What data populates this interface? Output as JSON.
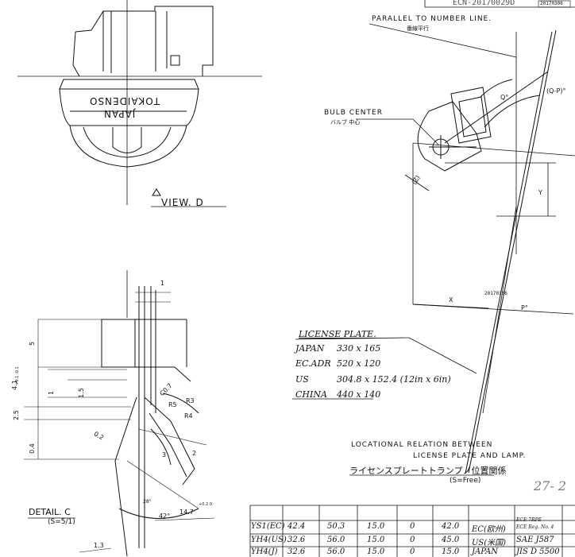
{
  "header": {
    "ecn": "ECN-20170029D",
    "stamp": "20170306"
  },
  "top_view": {
    "maker": "TOKAIDENSO",
    "origin": "JAPAN",
    "view_label": "VIEW. D"
  },
  "right_view": {
    "parallel_label": "PARALLEL TO NUMBER LINE.",
    "parallel_label_jp": "番線平行",
    "bulb_center": "BULB CENTER",
    "bulb_center_jp": "バルブ 中心",
    "angle_q": "Q°",
    "angle_qp": "(Q-P)°",
    "angle_p": "P°",
    "dim_x": "X",
    "dim_y": "Y",
    "dim_z": "(Z)",
    "stamp2": "20170306"
  },
  "license_plate": {
    "heading": "LICENSE PLATE.",
    "rows": [
      {
        "region": "JAPAN",
        "size": "330 x 165"
      },
      {
        "region": "EC.ADR",
        "size": "520 x 120"
      },
      {
        "region": "US",
        "size": "304.8 x 152.4 (12in x 6in)"
      },
      {
        "region": "CHINA",
        "size": "440 x 140"
      }
    ]
  },
  "locational": {
    "line1": "LOCATIONAL RELATION BETWEEN",
    "line2": "LICENSE PLATE AND LAMP.",
    "jp": "ライセンスプレートトランプノ位置関係",
    "scale": "(S=Free)",
    "note": "27- 2"
  },
  "detail": {
    "label": "DETAIL. C",
    "scale": "(S=5/1)",
    "dims": {
      "d1": "1",
      "d5": "5",
      "d41": "4.1",
      "d41tol": "+0.1 -0.1",
      "d25": "2.5",
      "d04": "0.4",
      "d15": "1.5",
      "d1b": "1",
      "c07": "C0.7",
      "r5": "R5",
      "r3": "R3",
      "r4": "R4",
      "d02": "0.2",
      "d2": "2",
      "a42": "42°",
      "a28": "28°",
      "d147": "14.7",
      "d147tol": "+0.2 0",
      "d13": "1.3",
      "c3": "3"
    }
  },
  "spec_table": {
    "rows": [
      [
        "YS1(EC)",
        "42.4",
        "50.3",
        "15.0",
        "0",
        "42.0",
        "EC(欧州)",
        "ECE 7RPE"
      ],
      [
        "YH4(US)",
        "32.6",
        "56.0",
        "15.0",
        "0",
        "45.0",
        "US(米国)",
        "SAE J587"
      ],
      [
        "YH4(J)",
        "32.6",
        "56.0",
        "15.0",
        "0",
        "15.0",
        "JAPAN",
        "JIS D 5500"
      ]
    ],
    "sub_note": "ECE Reg. No. 4"
  }
}
